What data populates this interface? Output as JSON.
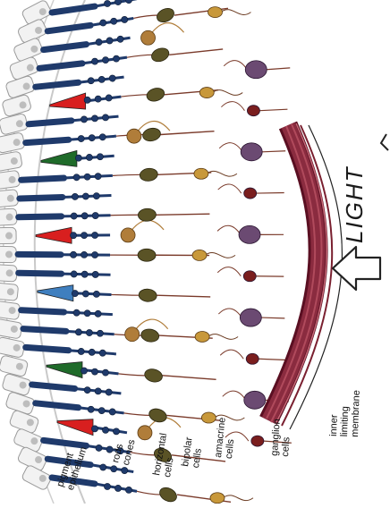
{
  "labels": {
    "pigment": [
      "pigment",
      "epithelium"
    ],
    "rods_cones": [
      "rods",
      "cones"
    ],
    "horizontal": [
      "horizontal",
      "cells"
    ],
    "bipolar": [
      "bipolar",
      "cells"
    ],
    "amacrine": [
      "amacrine",
      "cells"
    ],
    "ganglion": [
      "ganglion",
      "cells"
    ],
    "membrane": [
      "inner",
      "limiting",
      "membrane"
    ]
  },
  "light_label": "LIGHT",
  "colors": {
    "rod": "#1f3a6b",
    "cone_red": "#d81f1f",
    "cone_green": "#1f6b2a",
    "cone_blue": "#3f7fbf",
    "bipolar": "#5a5326",
    "horizontal": "#b07d3a",
    "amacrine": "#c8983a",
    "ganglion": "#6b4a72",
    "ganglion_small": "#7a1e1e",
    "membrane": "#6a1a2a",
    "fiber": "#7a3a2a"
  },
  "icons": [
    "light-arrow-icon"
  ]
}
